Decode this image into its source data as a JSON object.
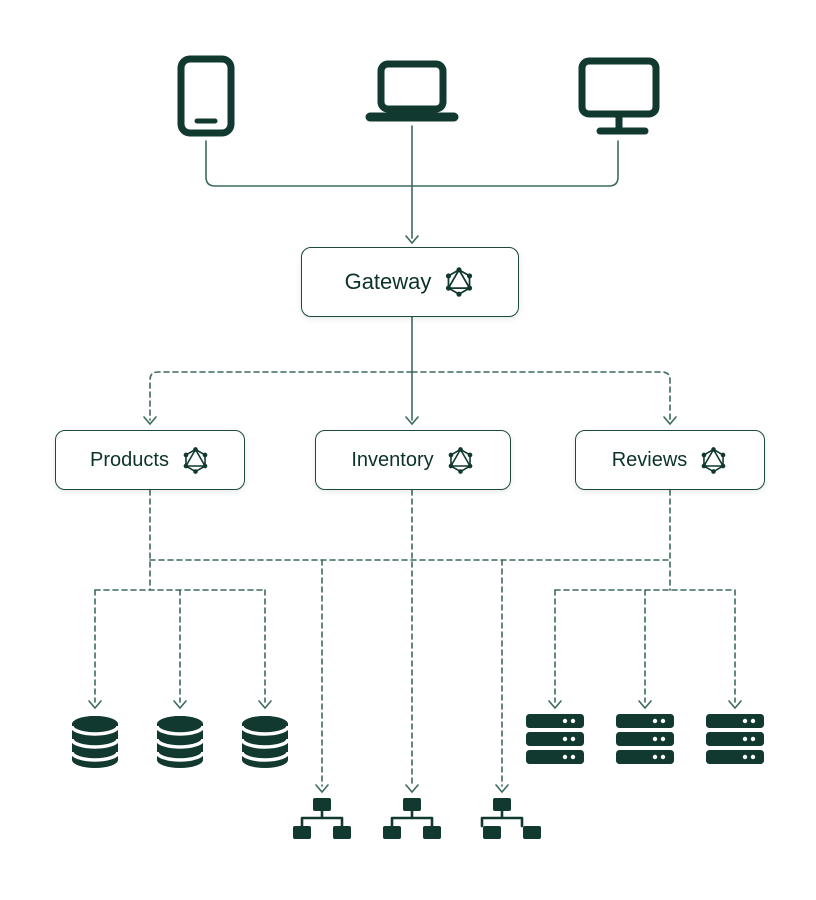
{
  "diagram": {
    "type": "architecture",
    "gateway": {
      "label": "Gateway",
      "icon": "graphql-icon"
    },
    "services": [
      {
        "id": "products",
        "label": "Products",
        "icon": "graphql-icon"
      },
      {
        "id": "inventory",
        "label": "Inventory",
        "icon": "graphql-icon"
      },
      {
        "id": "reviews",
        "label": "Reviews",
        "icon": "graphql-icon"
      }
    ],
    "clients": [
      {
        "icon": "tablet-icon"
      },
      {
        "icon": "laptop-icon"
      },
      {
        "icon": "desktop-icon"
      }
    ],
    "resources": [
      {
        "icon": "database-icon",
        "count": 3
      },
      {
        "icon": "server-icon",
        "count": 3
      },
      {
        "icon": "network-icon",
        "count": 3
      }
    ],
    "colors": {
      "primary": "#11392F",
      "connector": "#3D6B5D",
      "border": "#1C4A3D",
      "label": "#0C332B",
      "background": "#FFFFFF"
    }
  }
}
